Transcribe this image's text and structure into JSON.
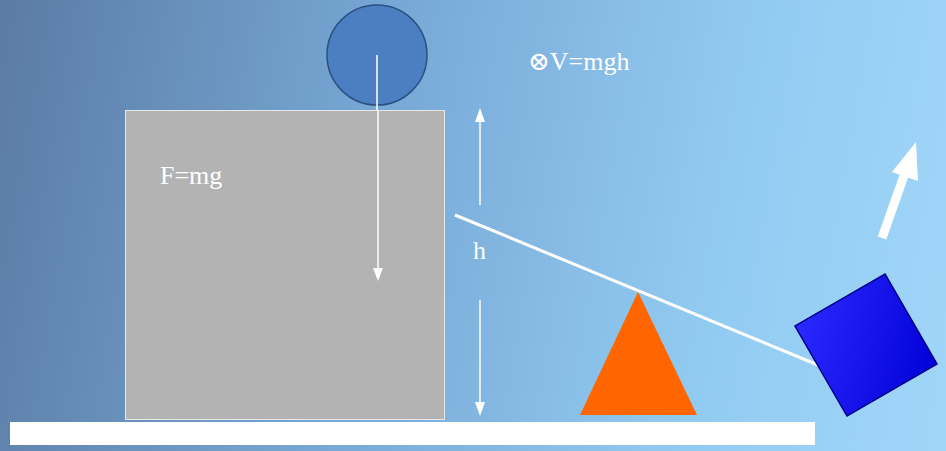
{
  "diagram": {
    "nodes": [
      {
        "text": [
          "F=mg"
        ]
      }
    ],
    "labels": [
      "⊗V=mgh",
      "h"
    ]
  }
}
